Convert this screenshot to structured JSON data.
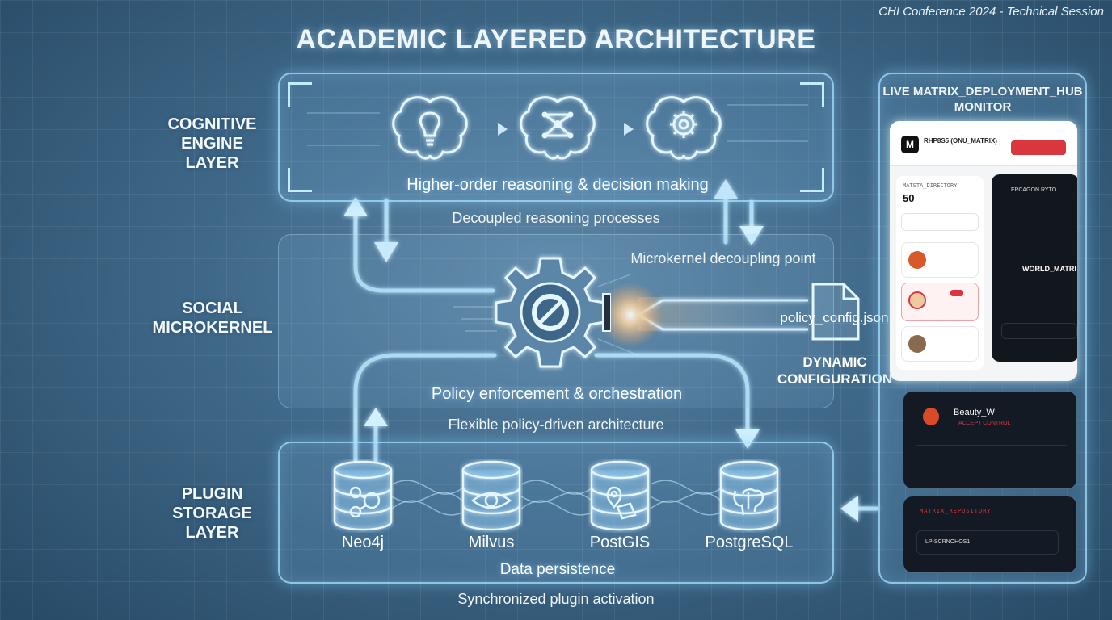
{
  "header_note": "CHI Conference 2024 - Technical Session",
  "title": "ACADEMIC LAYERED ARCHITECTURE",
  "layers": {
    "cognitive": {
      "label_line1": "COGNITIVE",
      "label_line2": "ENGINE LAYER",
      "description": "Higher-order reasoning & decision making",
      "icons": [
        "brain-lightbulb-icon",
        "brain-network-icon",
        "brain-gear-icon"
      ]
    },
    "microkernel": {
      "label_line1": "SOCIAL",
      "label_line2": "MICROKERNEL",
      "description": "Policy enforcement & orchestration",
      "icon": "gear-icon"
    },
    "storage": {
      "label_line1": "PLUGIN",
      "label_line2": "STORAGE",
      "label_line3": "LAYER",
      "description": "Data persistence",
      "databases": [
        {
          "name": "Neo4j",
          "icon": "graph-nodes-icon"
        },
        {
          "name": "Milvus",
          "icon": "eye-icon"
        },
        {
          "name": "PostGIS",
          "icon": "map-pin-icon"
        },
        {
          "name": "PostgreSQL",
          "icon": "elephant-icon"
        }
      ]
    }
  },
  "flow_labels": {
    "decoupled": "Decoupled reasoning processes",
    "decoupling_point": "Microkernel decoupling point",
    "flexible": "Flexible policy-driven architecture",
    "synchronized": "Synchronized plugin activation"
  },
  "config": {
    "file_name": "policy_config.json",
    "label_line1": "DYNAMIC",
    "label_line2": "CONFIGURATION",
    "icon": "document-icon"
  },
  "monitor": {
    "title_line1": "LIVE MATRIX_DEPLOYMENT_HUB",
    "title_line2": "MONITOR",
    "screen": {
      "logo": "M",
      "app_name": "RHP8S5 (ONU_MATRIX)",
      "directory_label": "MATSTA_DIRECTORY",
      "count": "50",
      "dark_heading": "EPCAGON RYTO",
      "world_label": "WORLD_MATRI"
    },
    "card1": {
      "name": "Beauty_W",
      "status": "ACCEPT CONTROL"
    },
    "card2": {
      "title": "MATRIX_REPOSITORY",
      "item": "LP-SCRNOHOS1"
    }
  },
  "colors": {
    "glow": "#bfe9ff",
    "panel_border": "#aae1ff",
    "accent_red": "#d9363e",
    "flare": "#ffb060"
  }
}
